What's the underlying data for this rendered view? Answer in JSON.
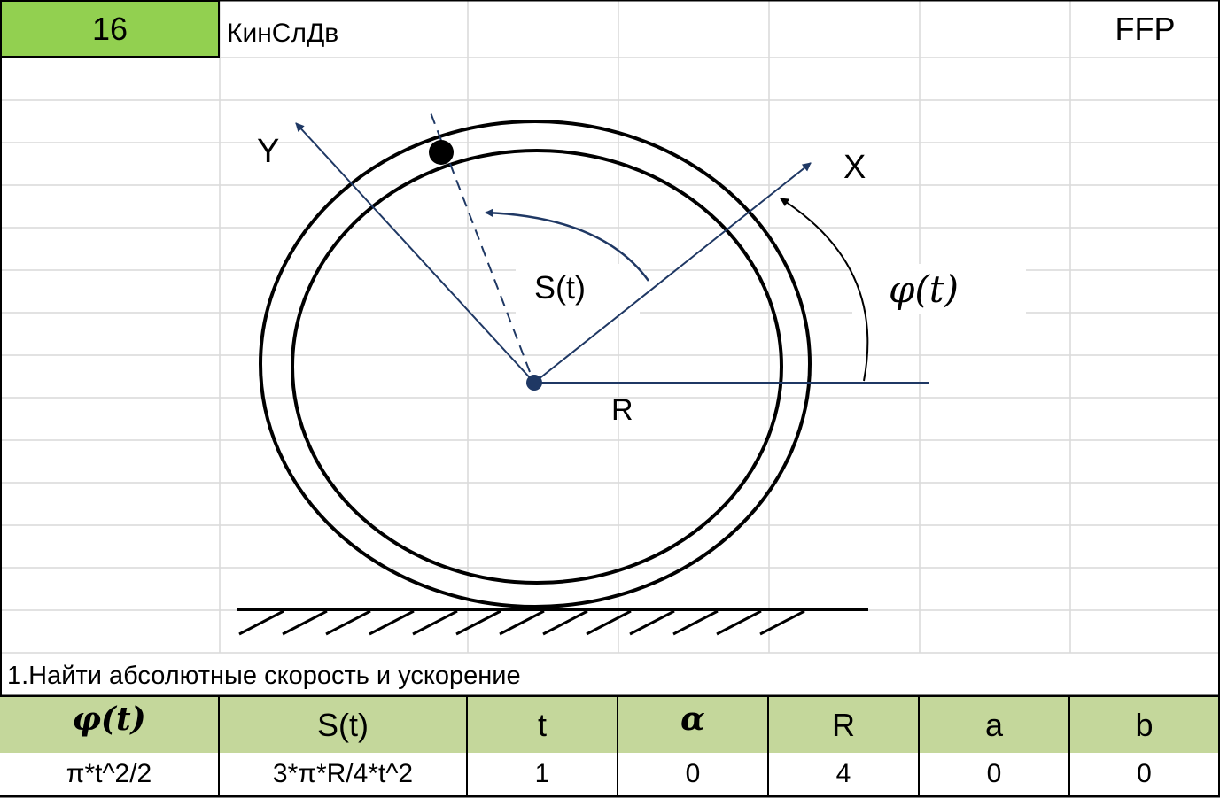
{
  "header": {
    "variant_number": "16",
    "code": "КинСлДв",
    "author": "FFP"
  },
  "diagram": {
    "labels": {
      "y_axis": "Y",
      "x_axis": "X",
      "arc_length": "S(t)",
      "angle": "φ(t)",
      "radius": "R"
    }
  },
  "task": "1.Найти абсолютные скорость и ускорение",
  "table": {
    "headers": [
      "φ(t)",
      "S(t)",
      "t",
      "α",
      "R",
      "a",
      "b"
    ],
    "values": [
      "π*t^2/2",
      "3*π*R/4*t^2",
      "1",
      "0",
      "4",
      "0",
      "0"
    ]
  },
  "colors": {
    "header_green": "#92d050",
    "table_green": "#c4d79b",
    "axis_blue": "#1f3864"
  }
}
